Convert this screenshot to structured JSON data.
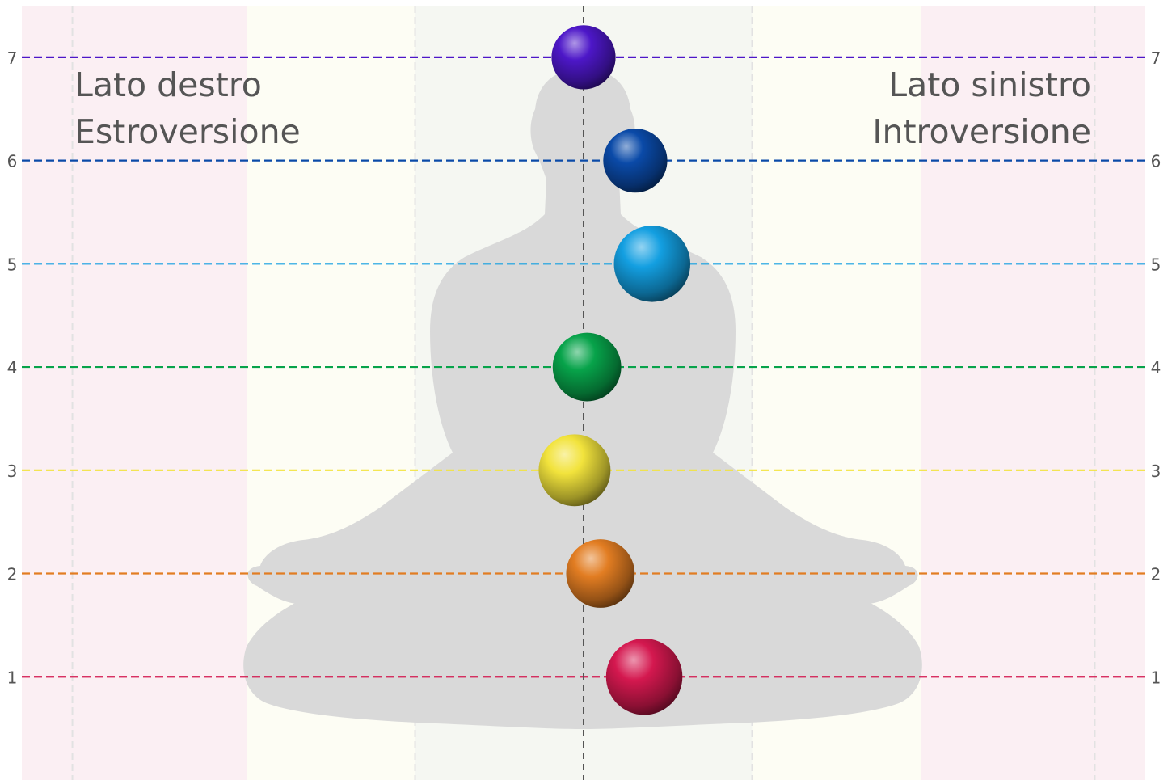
{
  "labels": {
    "left_line1": "Lato destro",
    "left_line2": "Estroversione",
    "right_line1": "Lato sinistro",
    "right_line2": "Introversione"
  },
  "colors": {
    "band_outer": "#fbeff3",
    "band_middle": "#fdfdf4",
    "band_inner": "#f5f7f2",
    "silhouette": "#d9d9d9",
    "center_line": "#555555",
    "tick_text": "#555555"
  },
  "chart_data": {
    "type": "scatter",
    "title": "",
    "xlabel": "",
    "ylabel": "",
    "xlim": [
      -5,
      5
    ],
    "ylim": [
      0,
      7.5
    ],
    "y_ticks": [
      1,
      2,
      3,
      4,
      5,
      6,
      7
    ],
    "center_x": 0,
    "background_bands": [
      {
        "from": -5.0,
        "to": -3.0,
        "tone": "outer"
      },
      {
        "from": -3.0,
        "to": -1.5,
        "tone": "middle"
      },
      {
        "from": -1.5,
        "to": 1.5,
        "tone": "inner"
      },
      {
        "from": 1.5,
        "to": 3.0,
        "tone": "middle"
      },
      {
        "from": 3.0,
        "to": 5.0,
        "tone": "outer"
      }
    ],
    "vertical_gridlines": [
      -4.55,
      -1.5,
      1.5,
      4.55
    ],
    "points": [
      {
        "level": 1,
        "x": 0.54,
        "y": 1,
        "size": 0.68,
        "color": "#d4184f"
      },
      {
        "level": 2,
        "x": 0.15,
        "y": 2,
        "size": 0.61,
        "color": "#e27d22"
      },
      {
        "level": 3,
        "x": -0.08,
        "y": 3,
        "size": 0.64,
        "color": "#f2e33c"
      },
      {
        "level": 4,
        "x": 0.03,
        "y": 4,
        "size": 0.61,
        "color": "#07a34a"
      },
      {
        "level": 5,
        "x": 0.61,
        "y": 5,
        "size": 0.68,
        "color": "#139fe1"
      },
      {
        "level": 6,
        "x": 0.46,
        "y": 6,
        "size": 0.57,
        "color": "#0a4aa8"
      },
      {
        "level": 7,
        "x": 0.0,
        "y": 7,
        "size": 0.57,
        "color": "#4d17c8"
      }
    ]
  }
}
